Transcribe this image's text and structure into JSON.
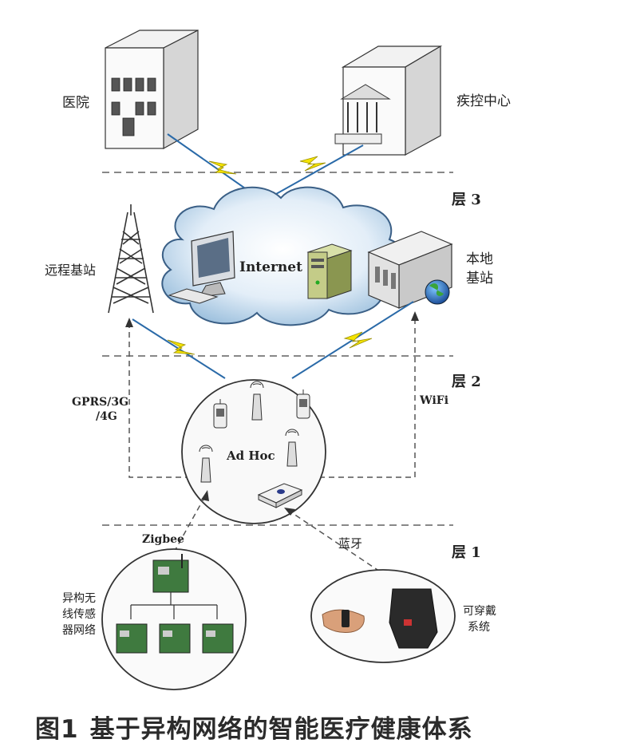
{
  "labels": {
    "hospital": "医院",
    "cdc": "疾控中心",
    "layer3": "层 3",
    "layer2": "层 2",
    "layer1": "层 1",
    "remote_station": "远程基站",
    "internet": "Internet",
    "local_station_line1": "本地",
    "local_station_line2": "基站",
    "gprs_line1": "GPRS/3G",
    "gprs_line2": "/4G",
    "wifi": "WiFi",
    "adhoc": "Ad Hoc",
    "zigbee": "Zigbee",
    "bluetooth": "蓝牙",
    "wsn_line1": "异构无",
    "wsn_line2": "线传感",
    "wsn_line3": "器网络",
    "wearable_line1": "可穿戴",
    "wearable_line2": "系统"
  },
  "caption": {
    "number": "图1",
    "title": "基于异构网络的智能医疗健康体系"
  }
}
